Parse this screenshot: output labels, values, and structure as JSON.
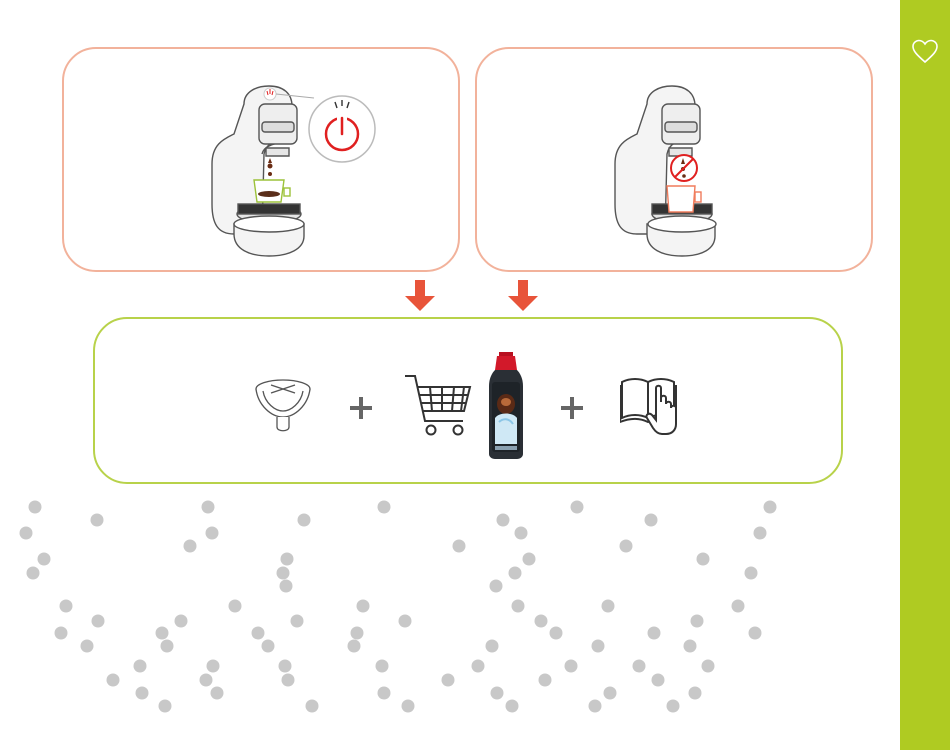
{
  "colors": {
    "accent": "#afcb22",
    "panel_border_warning": "#f2b29b",
    "panel_border_solution": "#b8d24a",
    "arrow": "#e8543a",
    "dots": "#c8c8c8"
  },
  "sidebar": {
    "icon": "heart-outline-icon"
  },
  "panels": {
    "left": {
      "illustration": "machine-power-button-blinking-red",
      "icon": "power-icon"
    },
    "right": {
      "illustration": "machine-no-coffee-flow",
      "icon": "no-drip-icon"
    }
  },
  "arrows": [
    "down-arrow",
    "down-arrow"
  ],
  "solution": {
    "items": [
      {
        "icon": "capsule-holder-icon"
      },
      {
        "icon": "plus-icon"
      },
      {
        "icon": "shopping-cart-icon"
      },
      {
        "icon": "descaling-solution-bottle"
      },
      {
        "icon": "plus-icon"
      },
      {
        "icon": "manual-book-icon"
      }
    ]
  }
}
